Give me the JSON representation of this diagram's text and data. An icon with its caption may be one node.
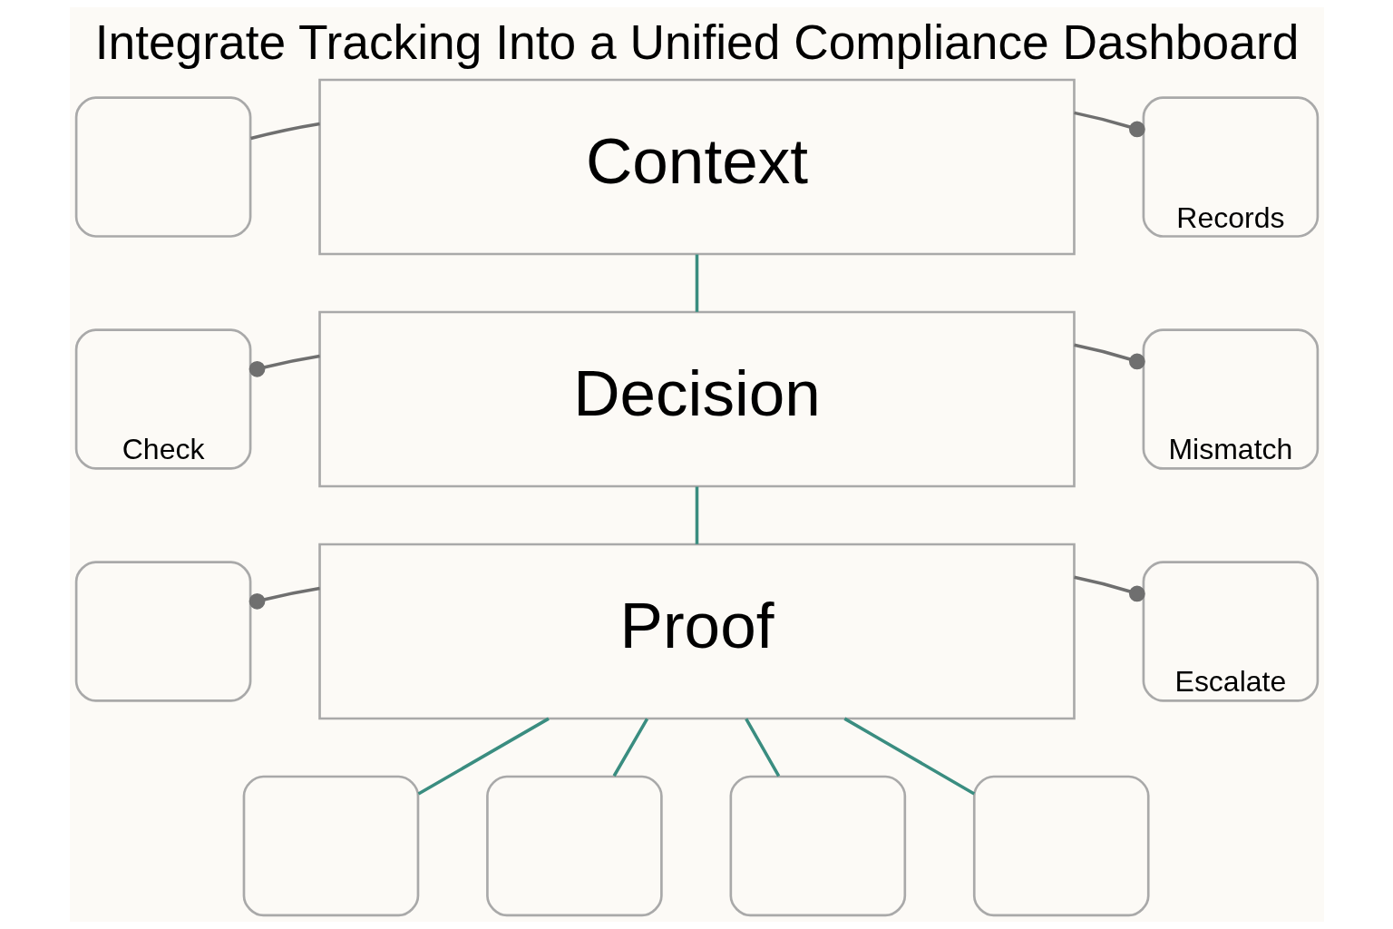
{
  "diagram": {
    "title": "Integrate Tracking Into a Unified Compliance Dashboard",
    "nodes": [
      {
        "text": [
          "Context"
        ]
      },
      {
        "text": [
          "Decision"
        ]
      },
      {
        "text": [
          "Proof"
        ]
      },
      {
        "text": [],
        "shape": "box"
      },
      {
        "text": [
          "Records"
        ]
      },
      {
        "text": [
          "Check"
        ]
      },
      {
        "text": [
          "Mismatch"
        ]
      },
      {
        "text": [],
        "shape": "box"
      },
      {
        "text": [
          "Escalate"
        ]
      },
      {
        "text": [],
        "shape": "box"
      },
      {
        "text": [],
        "shape": "box"
      },
      {
        "text": [],
        "shape": "box"
      },
      {
        "text": [],
        "shape": "box"
      }
    ],
    "edges": [
      {
        "from": 3,
        "to": 0,
        "arrow": "none"
      },
      {
        "from": 4,
        "to": 0,
        "arrow": "other"
      },
      {
        "from": 0,
        "to": 1,
        "arrow": "none",
        "color": "#3a8d80"
      },
      {
        "from": 5,
        "to": 1,
        "arrow": "other"
      },
      {
        "from": 6,
        "to": 1,
        "arrow": "other"
      },
      {
        "from": 1,
        "to": 2,
        "arrow": "none",
        "color": "#3a8d80"
      },
      {
        "from": 7,
        "to": 2,
        "arrow": "other"
      },
      {
        "from": 8,
        "to": 2,
        "arrow": "other"
      },
      {
        "from": 2,
        "to": 9,
        "arrow": "none",
        "color": "#3a8d80"
      },
      {
        "from": 2,
        "to": 10,
        "arrow": "none",
        "color": "#3a8d80"
      },
      {
        "from": 2,
        "to": 11,
        "arrow": "none",
        "color": "#3a8d80"
      },
      {
        "from": 2,
        "to": 12,
        "arrow": "none",
        "color": "#3a8d80"
      }
    ]
  }
}
